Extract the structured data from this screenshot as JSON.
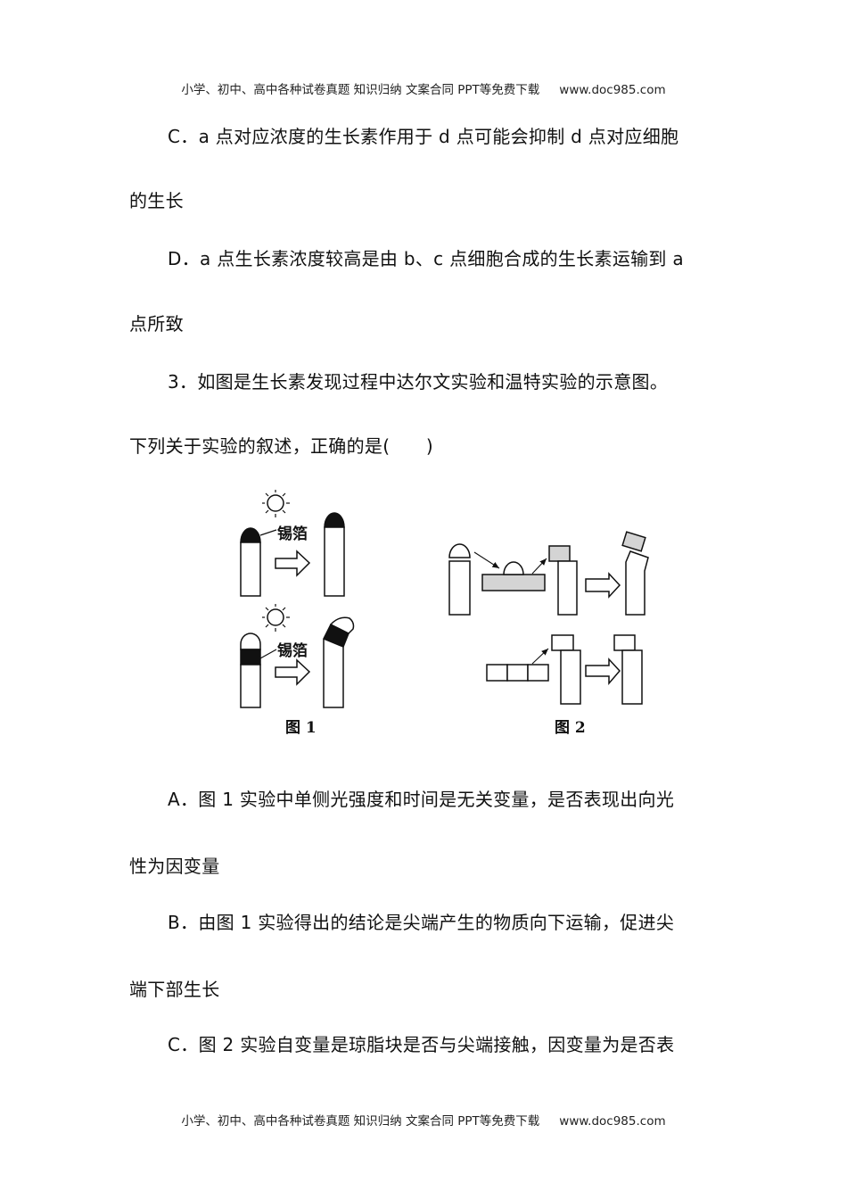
{
  "header": {
    "text": "小学、初中、高中各种试卷真题  知识归纳  文案合同  PPT等免费下载",
    "site": "www.doc985.com"
  },
  "footer": {
    "text": "小学、初中、高中各种试卷真题  知识归纳  文案合同  PPT等免费下载",
    "site": "www.doc985.com"
  },
  "lines": [
    "C．a 点对应浓度的生长素作用于 d 点可能会抑制 d 点对应细胞",
    "的生长",
    "D．a 点生长素浓度较高是由 b、c 点细胞合成的生长素运输到 a",
    "点所致",
    "3．如图是生长素发现过程中达尔文实验和温特实验的示意图。",
    "下列关于实验的叙述，正确的是(　　)",
    "A．图 1 实验中单侧光强度和时间是无关变量，是否表现出向光",
    "性为因变量",
    "B．由图 1 实验得出的结论是尖端产生的物质向下运输，促进尖",
    "端下部生长",
    "C．图 2 实验自变量是琼脂块是否与尖端接触，因变量为是否表"
  ],
  "figure": {
    "foil_label": "锡箔",
    "fig1_caption": "图 1",
    "fig2_caption": "图 2"
  }
}
